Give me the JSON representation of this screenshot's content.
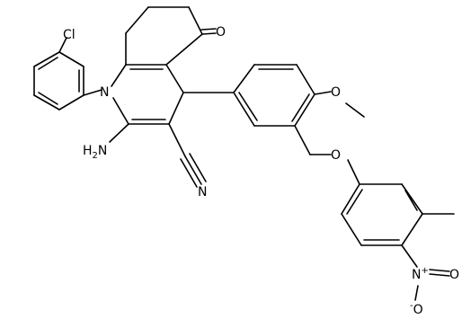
{
  "molecule": {
    "atoms": {
      "cl": "Cl",
      "n_ring": "N",
      "nh2_main": "H",
      "nh2_n": "N",
      "nh2_sub": "2",
      "nh2_prefix": "",
      "o_ketone": "O",
      "o_methoxy": "O",
      "o_ether": "O",
      "n_nitrile": "N",
      "n_nitro": "N",
      "n_nitro_charge": "+",
      "o_nitro_top": "O",
      "o_nitro_bottom": "O",
      "o_nitro_charge": "-"
    }
  }
}
